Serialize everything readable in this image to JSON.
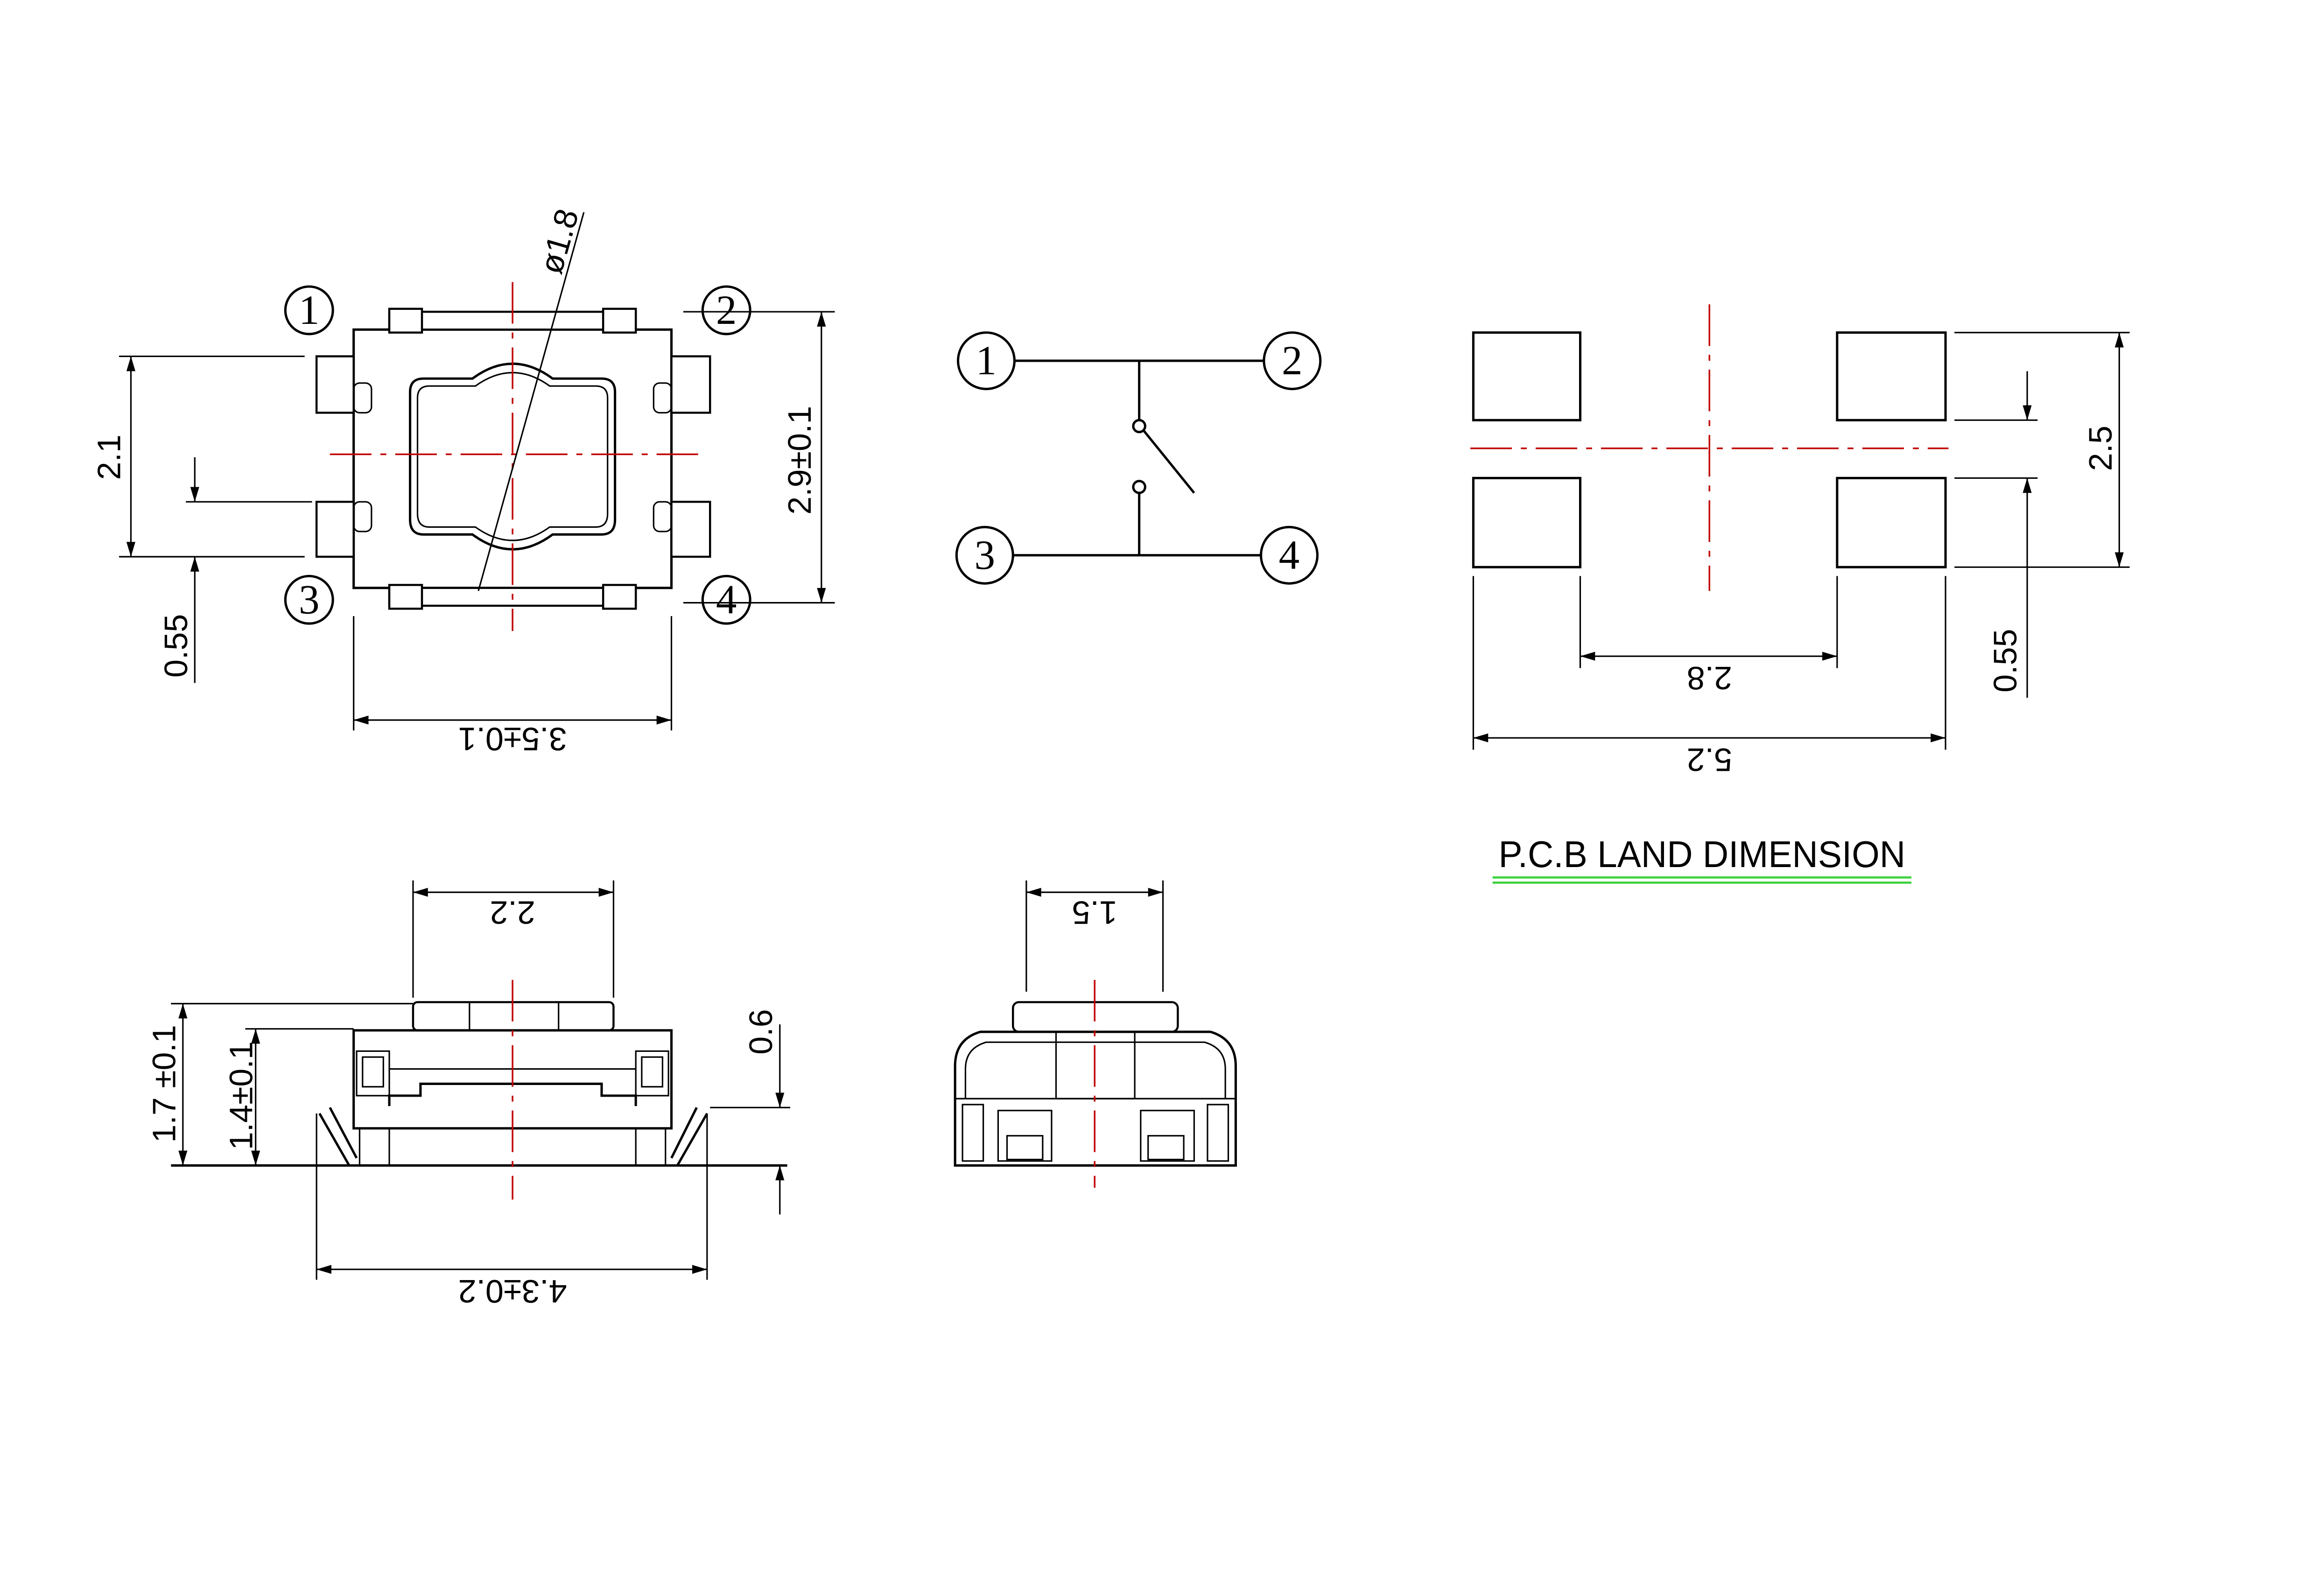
{
  "top_view": {
    "pins": [
      "1",
      "2",
      "3",
      "4"
    ],
    "dim_pin_pitch": "2.1",
    "dim_pin_width": "0.55",
    "dim_height": "2.9±0.1",
    "dim_width": "3.5±0.1",
    "dim_button_diameter": "ø1.8"
  },
  "schematic": {
    "pins": [
      "1",
      "2",
      "3",
      "4"
    ]
  },
  "pcb_land": {
    "title": "P.C.B LAND DIMENSION",
    "dim_total_height": "2.5",
    "dim_gap": "0.55",
    "dim_inner_width": "2.8",
    "dim_outer_width": "5.2",
    "title_underline_color": "#3fd23f",
    "centerline_color": "#c00000"
  },
  "side_view": {
    "dim_cap_width": "2.2",
    "dim_total_height": "1.7 ±0.1",
    "dim_body_height": "1.4±0.1",
    "dim_cap_height": "0.6",
    "dim_lead_span": "4.3±0.2"
  },
  "end_view": {
    "dim_cap_width": "1.5"
  }
}
